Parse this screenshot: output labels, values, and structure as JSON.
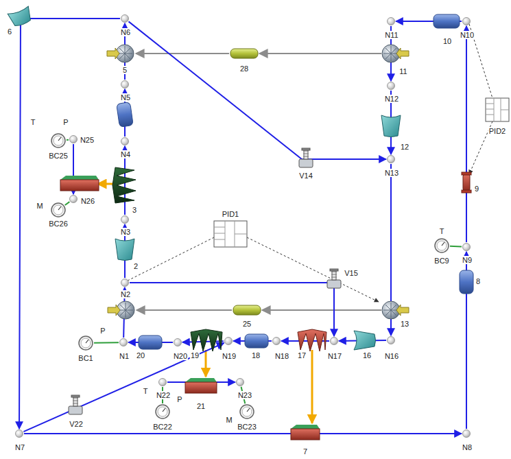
{
  "diagram": {
    "nodes": [
      {
        "text": [
          "N6"
        ]
      },
      {
        "text": [
          "N11"
        ]
      },
      {
        "text": [
          "N10"
        ]
      },
      {
        "text": [
          "N5"
        ]
      },
      {
        "text": [
          "N12"
        ]
      },
      {
        "text": [
          "BC25"
        ]
      },
      {
        "text": [
          "N25"
        ]
      },
      {
        "text": [
          "N4"
        ]
      },
      {
        "text": [
          "N13"
        ]
      },
      {
        "text": [
          "N26"
        ]
      },
      {
        "text": [
          "BC26"
        ]
      },
      {
        "text": [
          "N3"
        ]
      },
      {
        "text": [
          "BC9"
        ]
      },
      {
        "text": [
          "N9"
        ]
      },
      {
        "text": [
          "N2"
        ]
      },
      {
        "text": [
          "BC1"
        ]
      },
      {
        "text": [
          "N1"
        ]
      },
      {
        "text": [
          "N20"
        ]
      },
      {
        "text": [
          "N19"
        ]
      },
      {
        "text": [
          "N18"
        ]
      },
      {
        "text": [
          "N17"
        ]
      },
      {
        "text": [
          "N16"
        ]
      },
      {
        "text": [
          "N22"
        ]
      },
      {
        "text": [
          "N23"
        ]
      },
      {
        "text": [
          "BC22"
        ]
      },
      {
        "text": [
          "BC23"
        ]
      },
      {
        "text": [
          "N7"
        ]
      },
      {
        "text": [
          "N8"
        ]
      }
    ],
    "edges": [
      {
        "from": 16,
        "to": 14,
        "arrow": "to"
      },
      {
        "from": 14,
        "to": 11,
        "arrow": "to"
      },
      {
        "from": 11,
        "to": 7,
        "arrow": "to"
      },
      {
        "from": 7,
        "to": 3,
        "arrow": "to"
      },
      {
        "from": 3,
        "to": 0,
        "arrow": "to"
      },
      {
        "from": 0,
        "to": 26,
        "arrow": "to"
      },
      {
        "from": 0,
        "to": 8,
        "arrow": "to"
      },
      {
        "from": 2,
        "to": 1,
        "arrow": "to"
      },
      {
        "from": 1,
        "to": 4,
        "arrow": "to"
      },
      {
        "from": 4,
        "to": 8,
        "arrow": "to"
      },
      {
        "from": 8,
        "to": 21,
        "arrow": "to"
      },
      {
        "from": 21,
        "to": 20,
        "arrow": "to"
      },
      {
        "from": 20,
        "to": 19,
        "arrow": "to"
      },
      {
        "from": 19,
        "to": 18,
        "arrow": "to"
      },
      {
        "from": 18,
        "to": 17,
        "arrow": "to"
      },
      {
        "from": 17,
        "to": 16,
        "arrow": "to"
      },
      {
        "from": 14,
        "to": 20,
        "arrow": "to"
      },
      {
        "from": 26,
        "to": 27,
        "arrow": "to"
      },
      {
        "from": 26,
        "to": 18,
        "arrow": "to"
      },
      {
        "from": 27,
        "to": 13,
        "arrow": "to"
      },
      {
        "from": 13,
        "to": 2,
        "arrow": "to"
      },
      {
        "from": 22,
        "to": 23,
        "arrow": "to"
      },
      {
        "from": 6,
        "to": 9,
        "arrow": "to"
      },
      {
        "from": 5,
        "to": 6,
        "arrow": "none"
      },
      {
        "from": 10,
        "to": 9,
        "arrow": "none"
      },
      {
        "from": 12,
        "to": 13,
        "arrow": "none"
      },
      {
        "from": 15,
        "to": 16,
        "arrow": "none"
      },
      {
        "from": 24,
        "to": 22,
        "arrow": "none"
      },
      {
        "from": 25,
        "to": 23,
        "arrow": "none"
      }
    ],
    "labels": [
      "6",
      "5",
      "28",
      "11",
      "10",
      "PID2",
      "12",
      "V14",
      "9",
      "T",
      "3",
      "PID1",
      "2",
      "V15",
      "P",
      "8",
      "25",
      "13",
      "20",
      "19",
      "18",
      "17",
      "16",
      "T",
      "P",
      "21",
      "M",
      "7",
      "V22",
      "T",
      "P",
      "M"
    ]
  }
}
